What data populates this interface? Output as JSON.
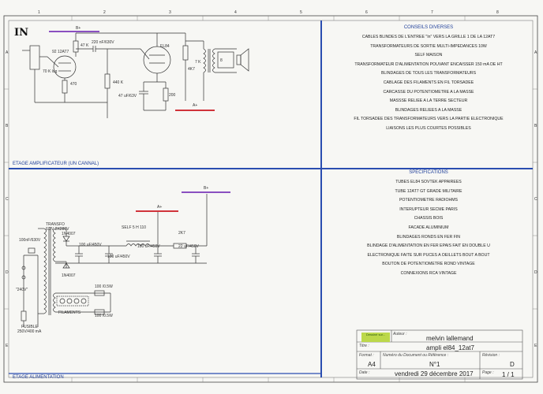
{
  "amp": {
    "in_label": "IN",
    "bplus": "B+",
    "aplus": "A+",
    "pot": "70 K log",
    "tube1": "92 12AT7",
    "r47k": "47 K",
    "c220": "220 nF/630V",
    "r470": "470",
    "r440k": "440 K",
    "cath_cap": "47 uF/63V",
    "r200": "200",
    "tube2": "EL84",
    "r7k": "7 K",
    "r4k7": "4K7",
    "spk": "8",
    "section_title": "ETAGE AMPLIFICATEUR (UN CANNAL)"
  },
  "psu": {
    "bplus": "B+",
    "aplus": "A+",
    "transfo": "TRANSFO",
    "transfo_spec": "6.3V 2X280V",
    "d1": "1N4007",
    "d2": "1N4007",
    "c100n": "100nF/630V",
    "c1": "100 uF/450V",
    "self": "SELF 5 H 110",
    "c2": "100 uF/450V",
    "c3": "100 uF/450V",
    "r2k7": "2K7",
    "c4": "22 uF/450V",
    "mains": "\"240V\"",
    "filaments": "FILAMENTS",
    "rf1": "100 /0.5W",
    "rf2": "100 /0.5W",
    "fuse": "FUSIBLE",
    "fuse_spec": "250V/400 mA",
    "section_title": "ETAGE ALIMENTATION"
  },
  "conseils": {
    "title": "CONSEILS DIVERSES",
    "items": [
      "CABLES BLINDES DE L'ENTREE \"In\" VERS LA GRILLE 1 DE LA 12AT7",
      "TRANSFORMATEURS DE SORTIE MULTI-IMPEDANCES 10W",
      "SELF MAISON",
      "TRANSFORMATEUR D'ALIMENTATION POUVANT ENCAISSER 150 mA DE HT",
      "BLINDAGES DE TOUS LES TRANSFORMATEURS",
      "CABLAGE DES FILAMENTS EN FIL TORSADEE",
      "CARCASSE DU POTENTIOMETRE A LA MASSE",
      "MASSSE RELIEE A LA TERRE SECTEUR",
      "BLINDAGES RELIEES A LA MASSE",
      "FIL TORSADEE DES TRANSFORMATEURS VERS LA PARTIE ELECTRONIQUE",
      "LIAISONS LES PLUS COURTES POSSIBLES"
    ]
  },
  "specs": {
    "title": "SPECIFICATIONS",
    "items": [
      "TUBES EL84 SOVTEK APPAIREES",
      "TUBE 12AT7 GT GRADE MILITAIRE",
      "POTENTIOMETRE RADIOHMS",
      "INTERUPTEUR SECME PARIS",
      "CHASSIS BOIS",
      "FACADE ALUMINIUM",
      "BLINDAGES RONDS EN FER FIN",
      "BLINDAGE D'ALIMENTATION EN FER EPAIS FAIT EN DOUBLE U",
      "ELECTRONIQUE FAITE SUR PUCES A OEILLETS BOUT A BOUT",
      "BOUTON DE POTENTIOMETRE ROND VINTAGE",
      "CONNEXIONS RCA VINTAGE"
    ]
  },
  "titleblock": {
    "stamp": "Dessiné sur...",
    "auteur_label": "Auteur :",
    "auteur": "melvin lallemand",
    "titre_label": "Titre :",
    "titre": "ampli el84_12at7",
    "format_label": "Format :",
    "format": "A4",
    "docnum_label": "Numéro du Document ou Référence :",
    "docnum": "N°1",
    "revision_label": "Révision :",
    "revision": "D",
    "date_label": "Date :",
    "date": "vendredi 29 décembre 2017",
    "page_label": "Page :",
    "page": "1 / 1"
  },
  "frame": {
    "cols": [
      "1",
      "2",
      "3",
      "4",
      "5",
      "6",
      "7",
      "8"
    ],
    "rows": [
      "A",
      "B",
      "C",
      "D",
      "E"
    ]
  },
  "colors": {
    "bplus": "#8a4fc0",
    "aplus": "#d0333a",
    "blue_frame": "#2a4db0",
    "ink": "#333333"
  }
}
